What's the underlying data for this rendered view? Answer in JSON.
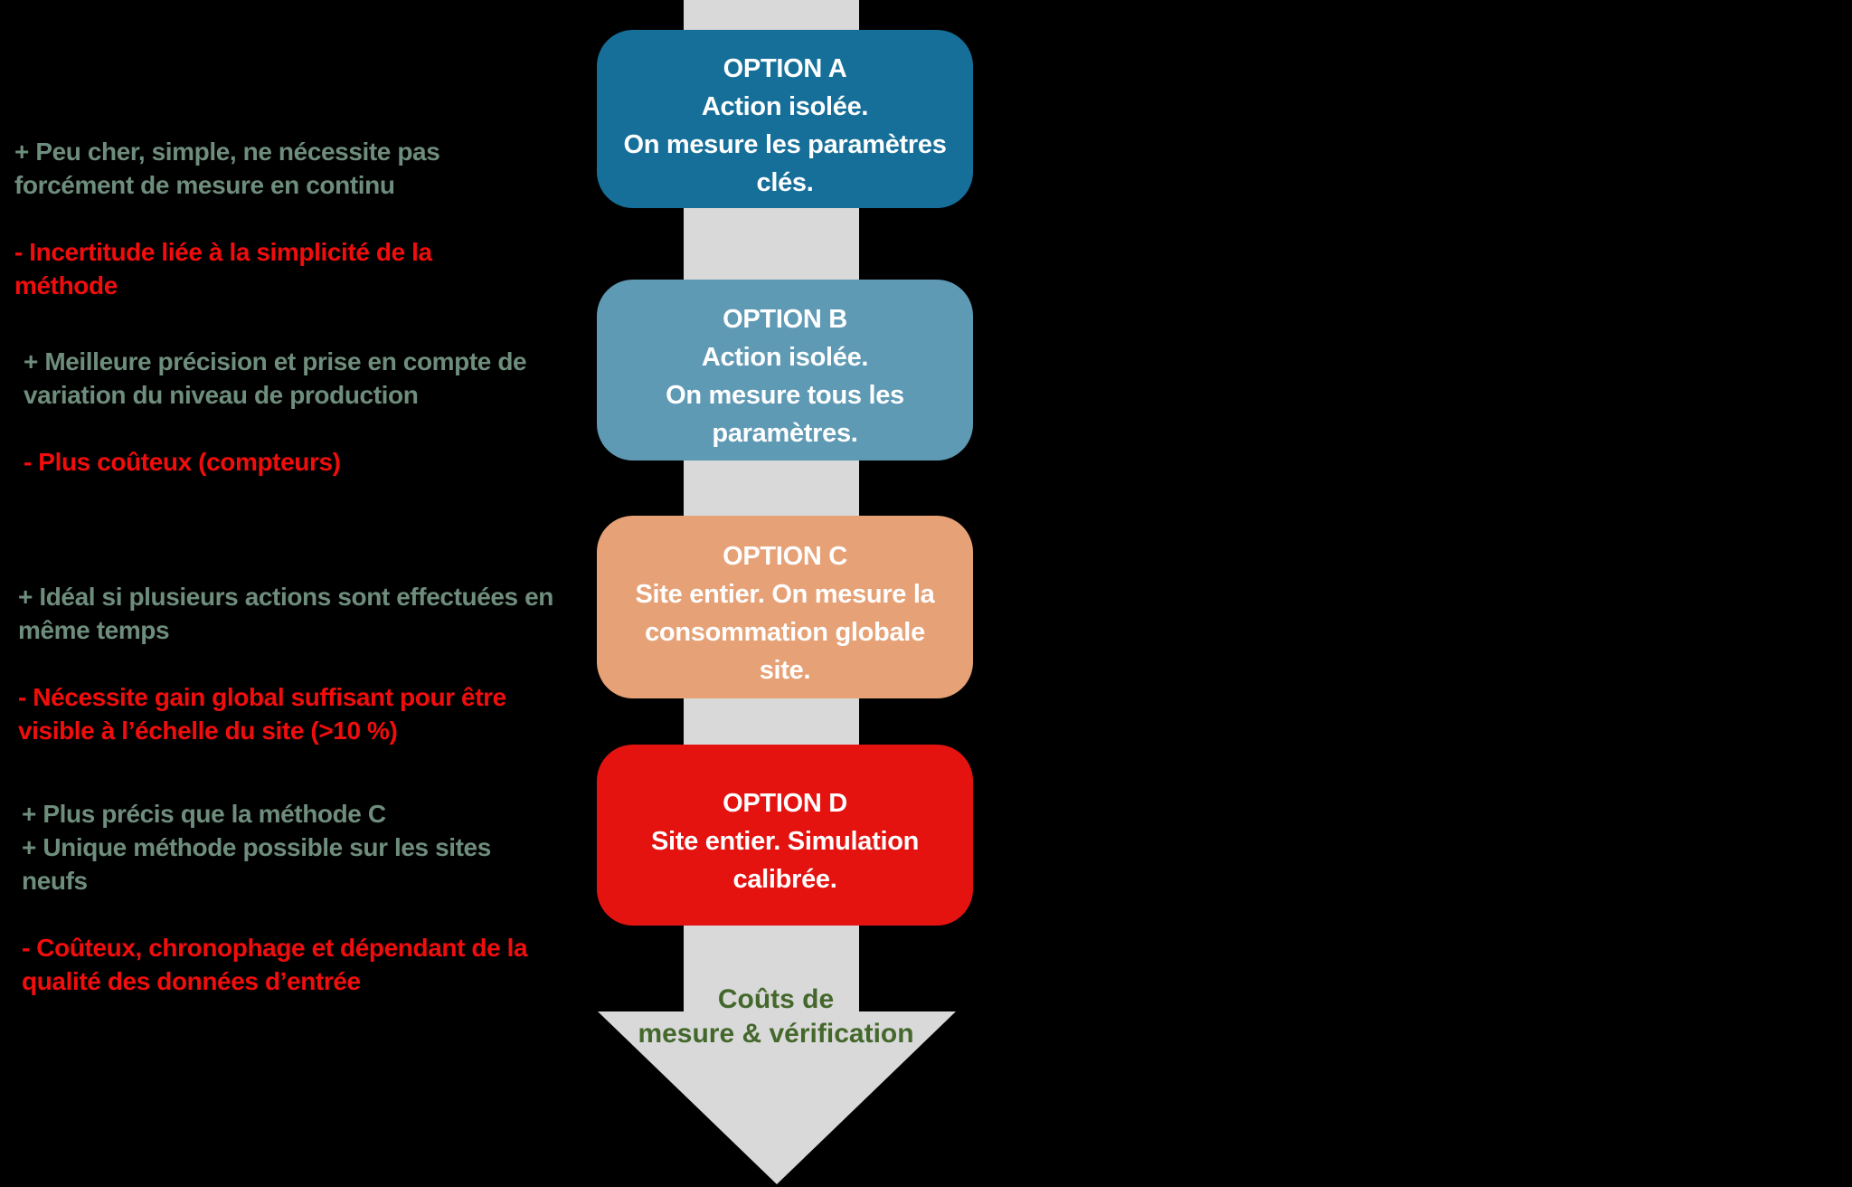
{
  "diagram": {
    "arrow_label": "Coûts de\nmesure & vérification",
    "colors": {
      "background": "#000000",
      "arrow_gray": "#D9D9D9",
      "option_a_box": "#156F99",
      "option_b_box": "#5F9AB5",
      "option_c_box": "#E6A176",
      "option_d_box": "#E41310",
      "box_text": "#FFFFFF",
      "pros_text_green": "#6E8D7D",
      "cons_text_red": "#F20D0D",
      "arrow_label_green": "#44682C"
    },
    "options": [
      {
        "id": "A",
        "title": "OPTION A",
        "description": "Action isolée.\nOn mesure les paramètres\nclés.",
        "box_color": "#156F99",
        "pros": "+ Peu cher, simple, ne nécessite pas\nforcément de mesure en continu",
        "cons": "- Incertitude liée à la simplicité de la\nméthode"
      },
      {
        "id": "B",
        "title": "OPTION B",
        "description": "Action isolée.\nOn mesure tous les\nparamètres.",
        "box_color": "#5F9AB5",
        "pros": "+ Meilleure précision et prise en compte de\nvariation du niveau de production",
        "cons": "- Plus coûteux (compteurs)"
      },
      {
        "id": "C",
        "title": "OPTION C",
        "description": "Site entier. On mesure la\nconsommation globale\nsite.",
        "box_color": "#E6A176",
        "pros": "+ Idéal si plusieurs actions sont effectuées en\nmême temps",
        "cons": "- Nécessite gain global suffisant pour être\nvisible à l’échelle du site (>10 %)"
      },
      {
        "id": "D",
        "title": "OPTION D",
        "description": "Site entier. Simulation\ncalibrée.",
        "box_color": "#E41310",
        "pros": "+ Plus précis que la méthode C\n+ Unique méthode possible sur les sites\nneufs",
        "cons": "- Coûteux, chronophage et dépendant de la\nqualité des données d’entrée"
      }
    ]
  }
}
